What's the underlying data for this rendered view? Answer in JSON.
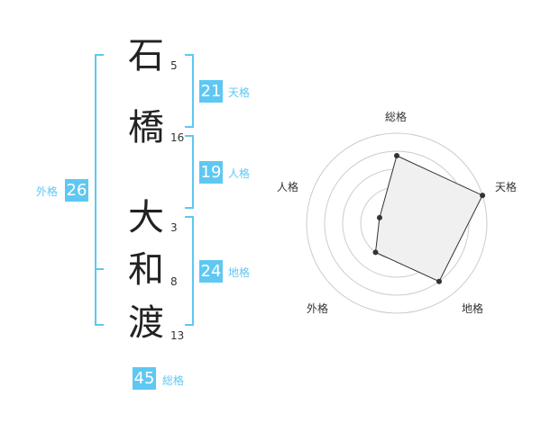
{
  "name": {
    "surname": [
      {
        "char": "石",
        "strokes": "5"
      },
      {
        "char": "橋",
        "strokes": "16"
      }
    ],
    "given": [
      {
        "char": "大",
        "strokes": "3"
      },
      {
        "char": "和",
        "strokes": "8"
      },
      {
        "char": "渡",
        "strokes": "13"
      }
    ]
  },
  "kaku": {
    "tenkaku": {
      "value": "21",
      "label": "天格"
    },
    "jinkaku": {
      "value": "19",
      "label": "人格"
    },
    "chikaku": {
      "value": "24",
      "label": "地格"
    },
    "gaikaku": {
      "value": "26",
      "label": "外格"
    },
    "soukaku": {
      "value": "45",
      "label": "総格"
    }
  },
  "radar": {
    "axes": [
      "総格",
      "天格",
      "地格",
      "外格",
      "人格"
    ],
    "values": [
      0.75,
      1.0,
      0.8,
      0.4,
      0.2
    ],
    "accent_color": "#5ec8f2",
    "fill_color": "#f0f0f0",
    "line_color": "#333333"
  }
}
